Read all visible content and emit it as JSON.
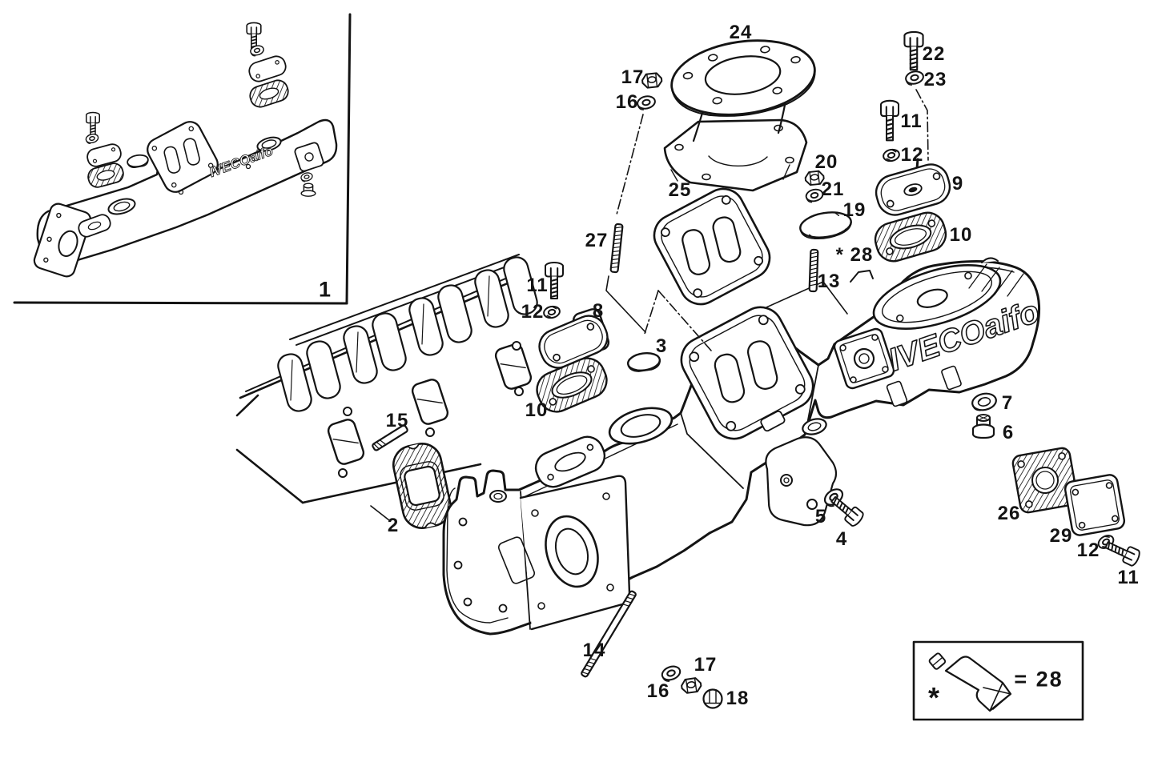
{
  "figure": {
    "logo_text": "IVECOaifo",
    "inset_callout": "1",
    "legend": {
      "star": "*",
      "label": "= 28",
      "icon": "sealant-tube-icon"
    }
  },
  "callouts": [
    {
      "part": "24"
    },
    {
      "part": "17"
    },
    {
      "part": "16"
    },
    {
      "part": "22"
    },
    {
      "part": "23"
    },
    {
      "part": "11"
    },
    {
      "part": "12"
    },
    {
      "part": "9"
    },
    {
      "part": "10"
    },
    {
      "part": "20"
    },
    {
      "part": "21"
    },
    {
      "part": "19"
    },
    {
      "part": "* 28"
    },
    {
      "part": "13"
    },
    {
      "part": "25"
    },
    {
      "part": "27"
    },
    {
      "part": "11"
    },
    {
      "part": "12"
    },
    {
      "part": "8"
    },
    {
      "part": "3"
    },
    {
      "part": "10"
    },
    {
      "part": "15"
    },
    {
      "part": "2"
    },
    {
      "part": "14"
    },
    {
      "part": "16"
    },
    {
      "part": "17"
    },
    {
      "part": "18"
    },
    {
      "part": "5"
    },
    {
      "part": "4"
    },
    {
      "part": "7"
    },
    {
      "part": "6"
    },
    {
      "part": "26"
    },
    {
      "part": "29"
    },
    {
      "part": "12"
    },
    {
      "part": "11"
    },
    {
      "part": "1"
    }
  ]
}
